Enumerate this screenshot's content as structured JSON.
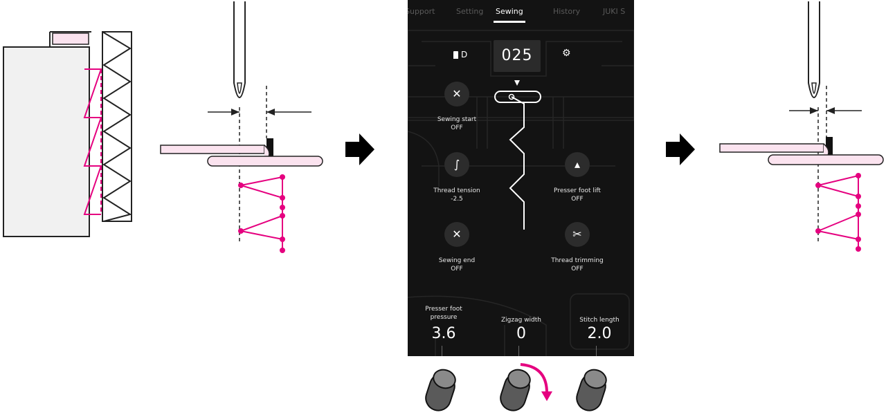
{
  "tabs": [
    {
      "label": "Support",
      "active": false
    },
    {
      "label": "Setting",
      "active": false
    },
    {
      "label": "Sewing",
      "active": true
    },
    {
      "label": "History",
      "active": false
    },
    {
      "label": "JUKI S",
      "active": false
    }
  ],
  "header": {
    "foot_code": "D",
    "pattern_number": "025",
    "settings_icon": "gear-icon"
  },
  "functions": {
    "sewing_start": {
      "label": "Sewing start",
      "value": "OFF",
      "icon": "sewing-start-icon"
    },
    "thread_tension": {
      "label": "Thread tension",
      "value": "-2.5",
      "icon": "thread-tension-icon"
    },
    "presser_foot_lift": {
      "label": "Presser foot lift",
      "value": "OFF",
      "icon": "presser-foot-lift-icon"
    },
    "sewing_end": {
      "label": "Sewing end",
      "value": "OFF",
      "icon": "sewing-end-icon"
    },
    "thread_trimming": {
      "label": "Thread trimming",
      "value": "OFF",
      "icon": "scissors-icon"
    }
  },
  "params": {
    "presser_foot_pressure": {
      "label_line1": "Presser foot",
      "label_line2": "pressure",
      "value": "3.6"
    },
    "zigzag_width": {
      "label": "Zigzag width",
      "value": "0"
    },
    "stitch_length": {
      "label": "Stitch length",
      "value": "2.0"
    }
  },
  "colors": {
    "stitch": "#e5007f",
    "screen_bg": "#131313",
    "arrow": "#000000"
  }
}
